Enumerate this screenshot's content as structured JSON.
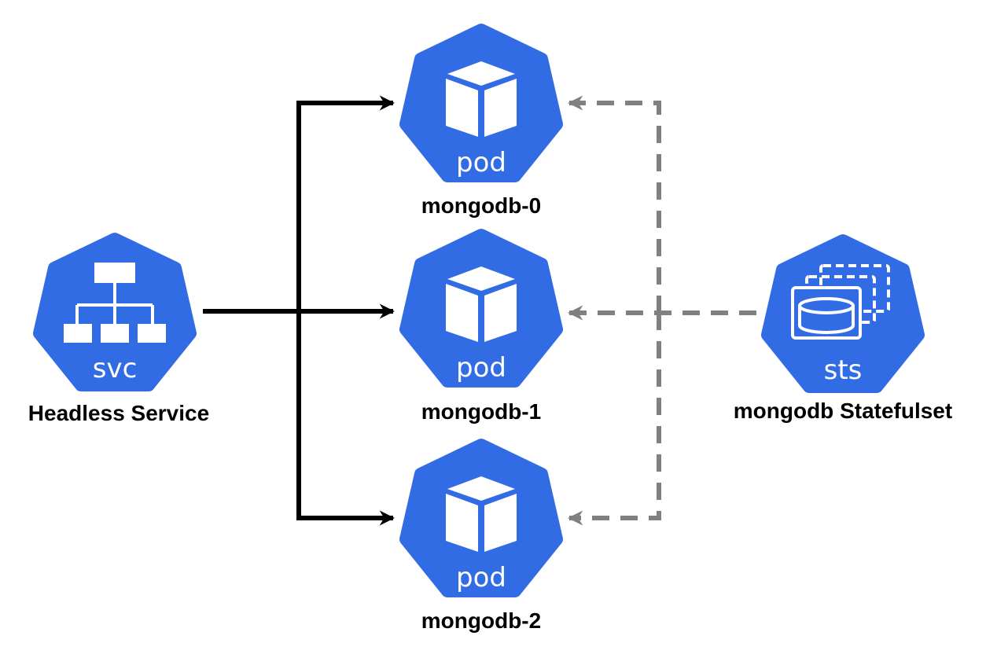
{
  "colors": {
    "node_fill": "#326ce5",
    "glyph": "#ffffff",
    "solid_edge": "#000000",
    "dashed_edge": "#808080",
    "background": "#ffffff"
  },
  "nodes": {
    "service": {
      "icon": "svc-icon",
      "badge": "svc",
      "label": "Headless Service"
    },
    "pod0": {
      "icon": "pod-icon",
      "badge": "pod",
      "label": "mongodb-0"
    },
    "pod1": {
      "icon": "pod-icon",
      "badge": "pod",
      "label": "mongodb-1"
    },
    "pod2": {
      "icon": "pod-icon",
      "badge": "pod",
      "label": "mongodb-2"
    },
    "statefulset": {
      "icon": "sts-icon",
      "badge": "sts",
      "label": "mongodb Statefulset"
    }
  },
  "edges": [
    {
      "from": "service",
      "to": "pod0",
      "style": "solid"
    },
    {
      "from": "service",
      "to": "pod1",
      "style": "solid"
    },
    {
      "from": "service",
      "to": "pod2",
      "style": "solid"
    },
    {
      "from": "statefulset",
      "to": "pod0",
      "style": "dashed"
    },
    {
      "from": "statefulset",
      "to": "pod1",
      "style": "dashed"
    },
    {
      "from": "statefulset",
      "to": "pod2",
      "style": "dashed"
    }
  ]
}
